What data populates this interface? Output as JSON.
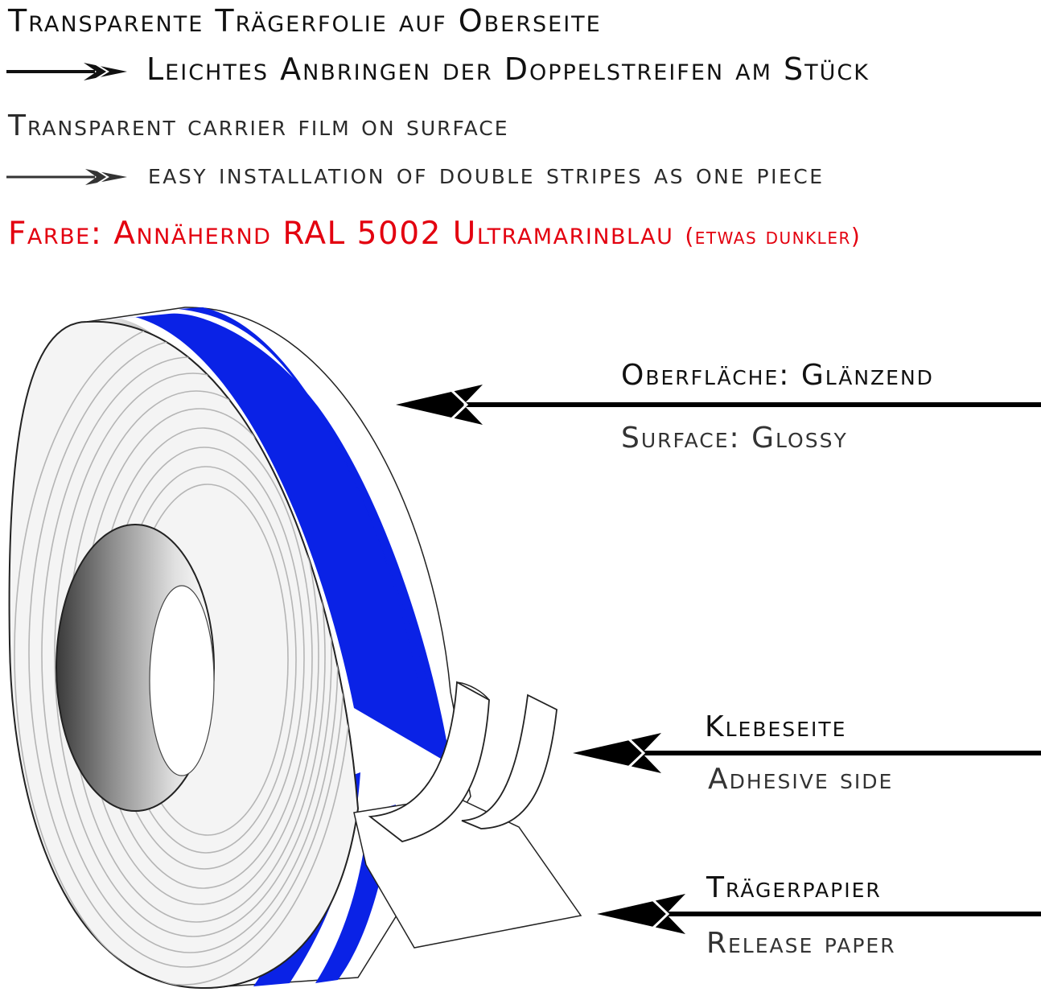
{
  "header": {
    "line1_de": "Transparente Trägerfolie auf Oberseite",
    "line2_de": "Leichtes Anbringen der Doppelstreifen am Stück",
    "line3_en": "Transparent carrier film on surface",
    "line4_en": "easy installation of double stripes as one piece",
    "color_main": "Farbe: Annähernd RAL 5002 Ultramarinblau",
    "color_note": "(etwas dunkler)"
  },
  "callouts": {
    "surface_de": "Oberfläche: Glänzend",
    "surface_en": "Surface: Glossy",
    "adhesive_de": "Klebeseite",
    "adhesive_en": "Adhesive side",
    "release_de": "Trägerpapier",
    "release_en": "Release paper"
  },
  "colors": {
    "stripe_blue": "#0a22e6",
    "text_red": "#e3000f",
    "text_dark": "#111111"
  },
  "icons": [
    "arrow-right-icon",
    "arrow-left-icon",
    "tape-roll-illustration"
  ]
}
